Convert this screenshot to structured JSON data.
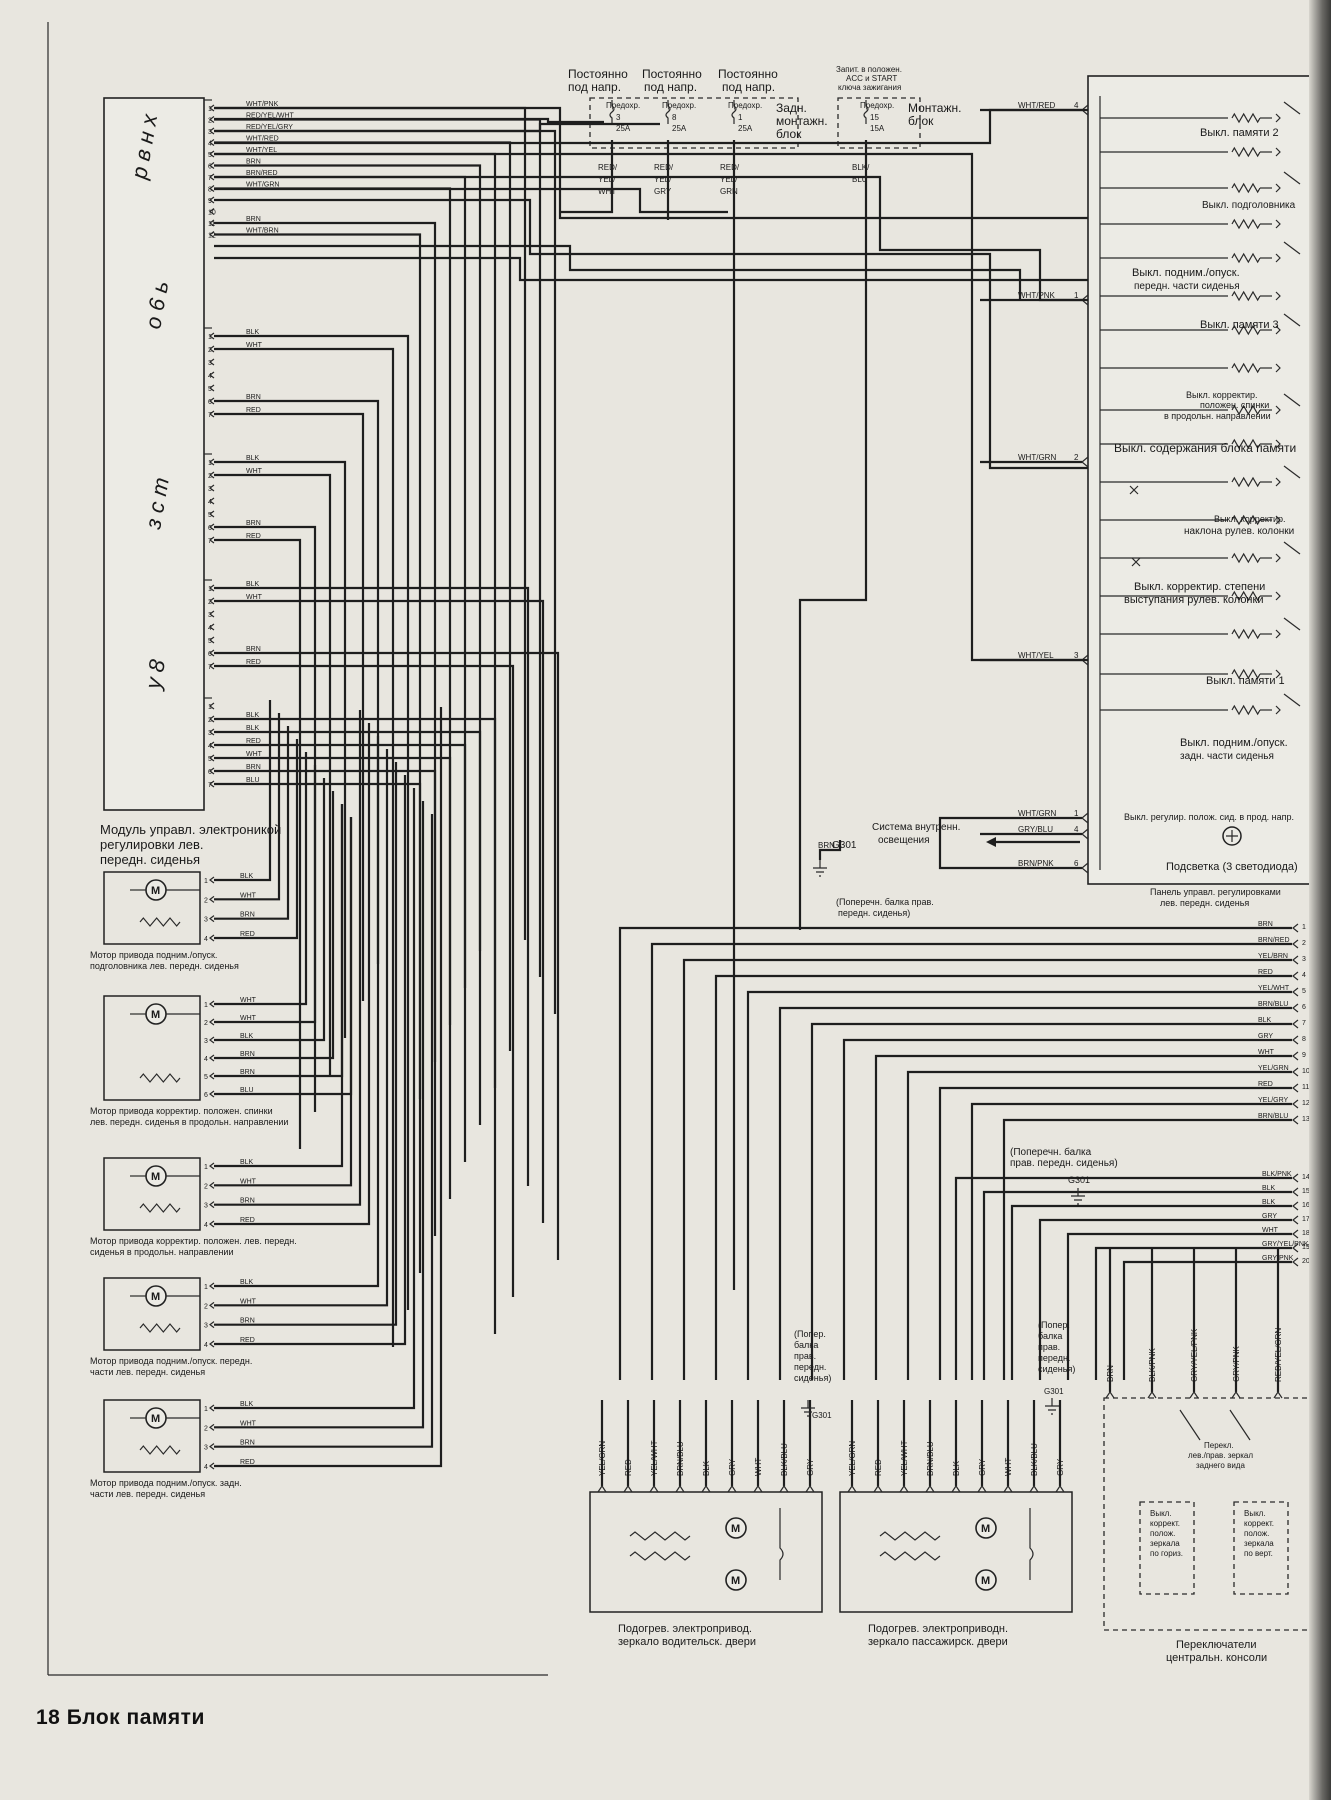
{
  "footer": {
    "page_title": "18 Блок памяти"
  },
  "fuses": [
    {
      "header": [
        "Постоянно",
        "под напр."
      ],
      "label": "Предохр.",
      "num": "3",
      "amp": "25A",
      "wires": [
        "RED/",
        "YEL/",
        "WHT"
      ]
    },
    {
      "header": [
        "Постоянно",
        "под напр."
      ],
      "label": "Предохр.",
      "num": "8",
      "amp": "25A",
      "wires": [
        "RED/",
        "YEL/",
        "GRY"
      ]
    },
    {
      "header": [
        "Постоянно",
        "под напр."
      ],
      "label": "Предохр.",
      "num": "1",
      "amp": "25A",
      "wires": [
        "RED/",
        "YEL/",
        "GRN"
      ]
    },
    {
      "header": [
        "Запит. в положен.",
        "ACC и START",
        "ключа зажигания"
      ],
      "label": "Предохр.",
      "num": "15",
      "amp": "15A",
      "wires": [
        "BLK/",
        "BLU"
      ]
    }
  ],
  "rear_fuse_block": [
    "Задн.",
    "монтажн.",
    "блок"
  ],
  "mount_block": [
    "Монтажн.",
    "блок"
  ],
  "module": {
    "caption": [
      "Модуль управл. электроникой",
      "регулировки лев.",
      "передн. сиденья"
    ],
    "connector_a": [
      "WHT/PNK",
      "RED/YEL/WHT",
      "RED/YEL/GRY",
      "WHT/RED",
      "WHT/YEL",
      "BRN",
      "BRN/RED",
      "WHT/GRN",
      "",
      "",
      "BRN",
      "WHT/BRN"
    ],
    "group_b": [
      "BLK",
      "WHT",
      "",
      "",
      "",
      "BRN",
      "RED"
    ],
    "group_c": [
      "BLK",
      "WHT",
      "",
      "",
      "",
      "BRN",
      "RED"
    ],
    "group_d": [
      "BLK",
      "WHT",
      "",
      "",
      "",
      "BRN",
      "RED"
    ],
    "group_e": [
      "",
      "BLK",
      "BLK",
      "RED",
      "WHT",
      "BRN",
      "BLU"
    ]
  },
  "motors": [
    {
      "caption": [
        "Мотор привода подним./опуск.",
        "подголовника лев. передн. сиденья"
      ],
      "wires": [
        "BLK",
        "WHT",
        "BRN",
        "RED"
      ]
    },
    {
      "caption": [
        "Мотор привода корректир. положен. спинки",
        "лев. передн. сиденья в продольн. направлении"
      ],
      "wires": [
        "WHT",
        "WHT",
        "BLK",
        "BRN",
        "BRN",
        "BLU"
      ]
    },
    {
      "caption": [
        "Мотор привода корректир. положен. лев. передн.",
        "сиденья в продольн. направлении"
      ],
      "wires": [
        "BLK",
        "WHT",
        "BRN",
        "RED"
      ]
    },
    {
      "caption": [
        "Мотор привода подним./опуск. передн.",
        "части лев. передн. сиденья"
      ],
      "wires": [
        "BLK",
        "WHT",
        "BRN",
        "RED"
      ]
    },
    {
      "caption": [
        "Мотор привода подним./опуск. задн.",
        "части лев. передн. сиденья"
      ],
      "wires": [
        "BLK",
        "WHT",
        "BRN",
        "RED"
      ]
    }
  ],
  "panel": {
    "caption": [
      "Панель управл. регулировками",
      "лев. передн. сиденья"
    ],
    "switches": [
      "Выкл. памяти 2",
      "Выкл. подголовника",
      "Выкл. подним./опуск.",
      "передн. части сиденья",
      "Выкл. памяти 3",
      "Выкл. корректир.",
      "положен. спинки",
      "в продольн. направлении",
      "Выкл. содержания блока памяти",
      "Выкл. корректир.",
      "наклона рулев. колонки",
      "Выкл. корректир. степени",
      "выступания рулев. колонки",
      "Выкл. памяти 1",
      "Выкл. подним./опуск.",
      "задн. части сиденья",
      "Выкл. регулир. полож. сид. в прод. напр."
    ],
    "backlight": "Подсветка (3 светодиода)",
    "inputs": [
      {
        "wire": "WHT/RED",
        "pin": "4"
      },
      {
        "wire": "WHT/PNK",
        "pin": "1"
      },
      {
        "wire": "WHT/GRN",
        "pin": "2"
      },
      {
        "wire": "WHT/YEL",
        "pin": "3"
      },
      {
        "wire": "WHT/GRN",
        "pin": "1"
      },
      {
        "wire": "GRY/BLU",
        "pin": "4"
      },
      {
        "wire": "BRN/PNK",
        "pin": "6"
      }
    ]
  },
  "interior_light": [
    "Система внутренн.",
    "освещения"
  ],
  "ground_g301": {
    "id": "G301",
    "caption": [
      "(Поперечн. балка прав.",
      "передн. сиденья)"
    ],
    "wire": "BRN"
  },
  "ground_g301b": {
    "id": "G301",
    "caption": [
      "(Поперечн. балка",
      "прав. передн. сиденья)"
    ]
  },
  "ground_g301c": {
    "id": "G301",
    "caption": [
      "(Попер.",
      "балка",
      "прав.",
      "передн.",
      "сиденья)"
    ]
  },
  "ground_g301d": {
    "id": "G301",
    "caption": [
      "(Попер.",
      "балка",
      "прав.",
      "передн.",
      "сиденья)"
    ]
  },
  "right_bus": [
    "BRN",
    "BRN/RED",
    "YEL/BRN",
    "RED",
    "YEL/WHT",
    "BRN/BLU",
    "BLK",
    "GRY",
    "WHT",
    "YEL/GRN",
    "RED",
    "YEL/GRY",
    "BRN/BLU"
  ],
  "right_bus2": [
    "BLK/PNK",
    "BLK",
    "BLK",
    "GRY",
    "WHT",
    "GRY/YEL/PNK",
    "GRY/PNK"
  ],
  "mirror_driver": {
    "caption": [
      "Подогрев. электропривод.",
      "зеркало водительск. двери"
    ],
    "wires": [
      "YEL/GRN",
      "RED",
      "YEL/WHT",
      "BRN/BLU",
      "BLK",
      "GRY",
      "WHT",
      "BLK/BLU",
      "GRY"
    ]
  },
  "mirror_pass": {
    "caption": [
      "Подогрев. электроприводн.",
      "зеркало пассажирск. двери"
    ],
    "wires": [
      "YEL/GRN",
      "RED",
      "YEL/WHT",
      "BRN/BLU",
      "BLK",
      "GRY",
      "WHT",
      "BLK/BLU",
      "GRY"
    ]
  },
  "console": {
    "caption": [
      "Переключатели",
      "центральн. консоли"
    ],
    "wires": [
      "BRN",
      "BLK/PNK",
      "GRY/YEL/PNK",
      "GRY/PNK",
      "RED/YEL/GRN"
    ],
    "selector": [
      "Перекл.",
      "лев./прав. зеркал",
      "заднего вида"
    ],
    "sw_h": [
      "Выкл.",
      "коррект.",
      "полож.",
      "зеркала",
      "по гориз."
    ],
    "sw_v": [
      "Выкл.",
      "коррект.",
      "полож.",
      "зеркала",
      "по верт."
    ]
  }
}
